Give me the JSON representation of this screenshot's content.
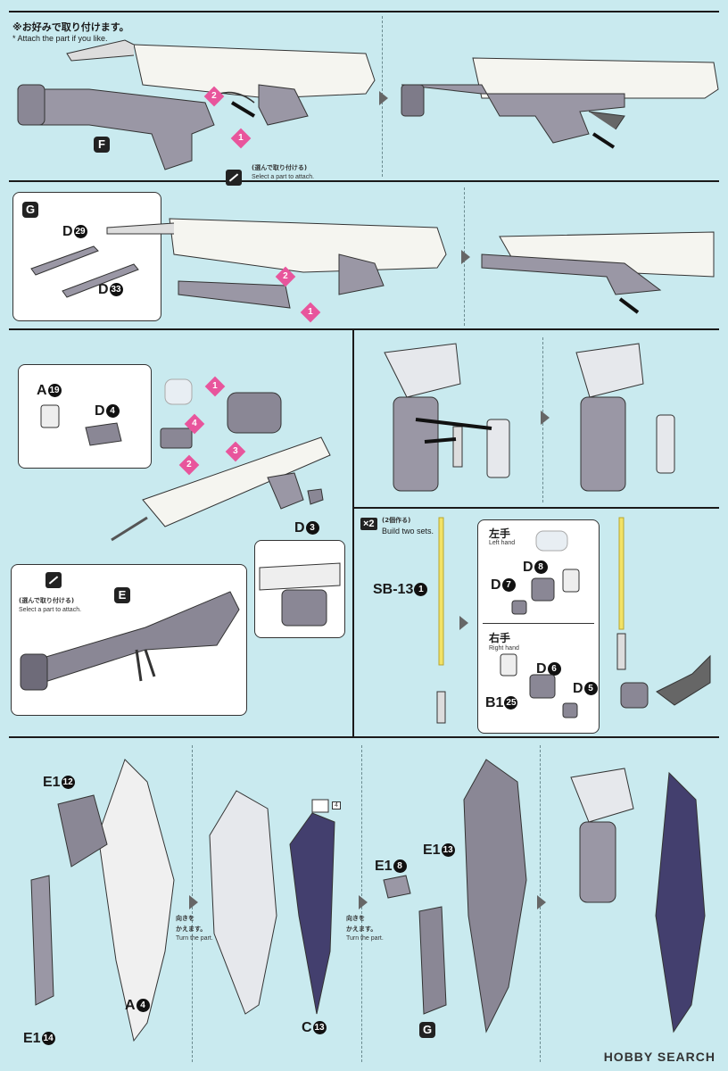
{
  "top_note": {
    "jp": "※お好みで取り付けます。",
    "en": "* Attach the part if you like."
  },
  "select_part": {
    "jp": "(選んで取り付ける)",
    "en": "Select a part to attach."
  },
  "labels": {
    "F": "F",
    "G": "G",
    "E": "E",
    "D29": "D",
    "D33": "D",
    "A19": "A",
    "D4": "D",
    "D3": "D",
    "SB13": "SB-13",
    "D8": "D",
    "D7": "D",
    "D6": "D",
    "D5": "D",
    "B125": "B1",
    "E112": "E1",
    "E114": "E1",
    "A4": "A",
    "C13": "C",
    "E18": "E1",
    "E113": "E1",
    "G2": "G"
  },
  "numbers": {
    "D29": "29",
    "D33": "33",
    "A19": "19",
    "D4": "4",
    "D3": "3",
    "SB13": "1",
    "D8": "8",
    "D7": "7",
    "D6": "6",
    "D5": "5",
    "B125": "25",
    "E112": "12",
    "E114": "14",
    "A4": "4",
    "C13": "13",
    "E18": "8",
    "E113": "13"
  },
  "steps": [
    "1",
    "2",
    "3",
    "4"
  ],
  "build_two": {
    "badge": "×2",
    "jp": "(2個作る)",
    "en": "Build two sets."
  },
  "left_hand": {
    "jp": "左手",
    "en": "Left hand"
  },
  "right_hand": {
    "jp": "右手",
    "en": "Right hand"
  },
  "turn_part": {
    "jp1": "向きを",
    "jp2": "かえます。",
    "en": "Turn the part."
  },
  "sticker_num": "4",
  "watermark": "HOBBY SEARCH",
  "colors": {
    "background": "#c9eaef",
    "accent": "#e8559c",
    "border": "#1a1a1a"
  }
}
